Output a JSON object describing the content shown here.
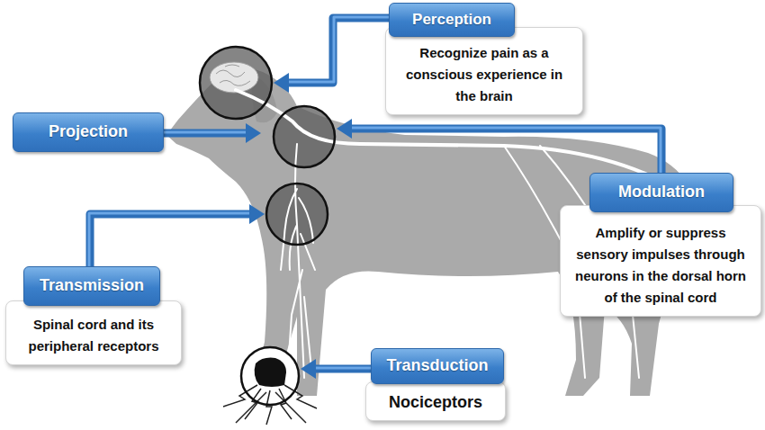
{
  "diagram": {
    "nodes": [
      {
        "text": [
          "Perception"
        ]
      },
      {
        "text": [
          "Recognize pain as a conscious experience in the brain"
        ]
      },
      {
        "text": [
          "Projection"
        ]
      },
      {
        "text": [
          "Modulation"
        ]
      },
      {
        "text": [
          "Amplify or suppress sensory impulses through neurons in the dorsal horn of the spinal cord"
        ]
      },
      {
        "text": [
          "Transmission"
        ]
      },
      {
        "text": [
          "Spinal cord and its peripheral receptors"
        ]
      },
      {
        "text": [
          "Transduction"
        ]
      },
      {
        "text": [
          "Nociceptors"
        ]
      }
    ]
  }
}
